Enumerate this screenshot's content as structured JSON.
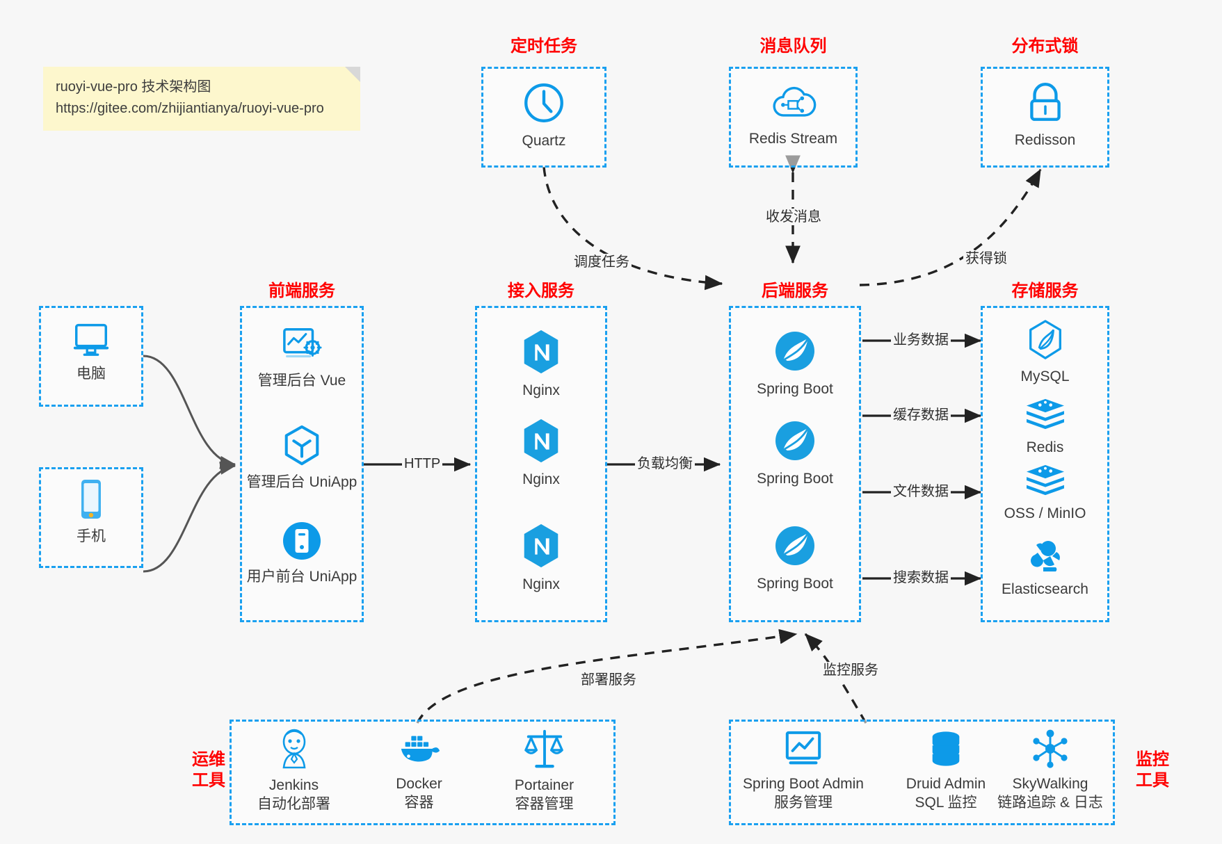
{
  "note": {
    "line1": "ruoyi-vue-pro 技术架构图",
    "line2": "https://gitee.com/zhijiantianya/ruoyi-vue-pro"
  },
  "colors": {
    "accent_blue": "#1aa0f0",
    "icon_blue": "#0d9ae8",
    "title_red": "#ff0000",
    "background": "#f7f7f7",
    "edge_gray": "#555555",
    "dashed_edge": "#222222"
  },
  "groups": {
    "scheduler": {
      "title": "定时任务",
      "nodes": [
        {
          "icon": "clock-icon",
          "label": "Quartz"
        }
      ]
    },
    "message_queue": {
      "title": "消息队列",
      "nodes": [
        {
          "icon": "cloud-stream-icon",
          "label": "Redis Stream"
        }
      ]
    },
    "distributed_lock": {
      "title": "分布式锁",
      "nodes": [
        {
          "icon": "padlock-icon",
          "label": "Redisson"
        }
      ]
    },
    "clients": {
      "nodes": [
        {
          "icon": "desktop-monitor-icon",
          "label": "电脑"
        },
        {
          "icon": "mobile-phone-icon",
          "label": "手机"
        }
      ]
    },
    "frontend": {
      "title": "前端服务",
      "nodes": [
        {
          "icon": "admin-dashboard-icon",
          "label": "管理后台 Vue"
        },
        {
          "icon": "cube-icon",
          "label": "管理后台 UniApp"
        },
        {
          "icon": "app-circle-icon",
          "label": "用户前台 UniApp"
        }
      ]
    },
    "gateway": {
      "title": "接入服务",
      "nodes": [
        {
          "icon": "nginx-icon",
          "label": "Nginx"
        },
        {
          "icon": "nginx-icon",
          "label": "Nginx"
        },
        {
          "icon": "nginx-icon",
          "label": "Nginx"
        }
      ]
    },
    "backend": {
      "title": "后端服务",
      "nodes": [
        {
          "icon": "spring-boot-icon",
          "label": "Spring Boot"
        },
        {
          "icon": "spring-boot-icon",
          "label": "Spring Boot"
        },
        {
          "icon": "spring-boot-icon",
          "label": "Spring Boot"
        }
      ]
    },
    "storage": {
      "title": "存储服务",
      "nodes": [
        {
          "icon": "mysql-dolphin-icon",
          "label": "MySQL"
        },
        {
          "icon": "redis-stack-icon",
          "label": "Redis"
        },
        {
          "icon": "oss-stack-icon",
          "label": "OSS / MinIO"
        },
        {
          "icon": "elasticsearch-icon",
          "label": "Elasticsearch"
        }
      ]
    },
    "devops": {
      "title_line1": "运维",
      "title_line2": "工具",
      "nodes": [
        {
          "icon": "jenkins-butler-icon",
          "label": "Jenkins",
          "sublabel": "自动化部署"
        },
        {
          "icon": "docker-whale-icon",
          "label": "Docker",
          "sublabel": "容器"
        },
        {
          "icon": "portainer-scales-icon",
          "label": "Portainer",
          "sublabel": "容器管理"
        }
      ]
    },
    "monitoring": {
      "title_line1": "监控",
      "title_line2": "工具",
      "nodes": [
        {
          "icon": "chart-monitor-icon",
          "label": "Spring Boot Admin",
          "sublabel": "服务管理"
        },
        {
          "icon": "database-stack-icon",
          "label": "Druid Admin",
          "sublabel": "SQL 监控"
        },
        {
          "icon": "skywalking-node-icon",
          "label": "SkyWalking",
          "sublabel": "链路追踪 & 日志"
        }
      ]
    }
  },
  "edges": {
    "http": "HTTP",
    "load_balance": "负载均衡",
    "schedule_task": "调度任务",
    "send_receive_message": "收发消息",
    "acquire_lock": "获得锁",
    "business_data": "业务数据",
    "cache_data": "缓存数据",
    "file_data": "文件数据",
    "search_data": "搜索数据",
    "deploy_service": "部署服务",
    "monitor_service": "监控服务"
  }
}
